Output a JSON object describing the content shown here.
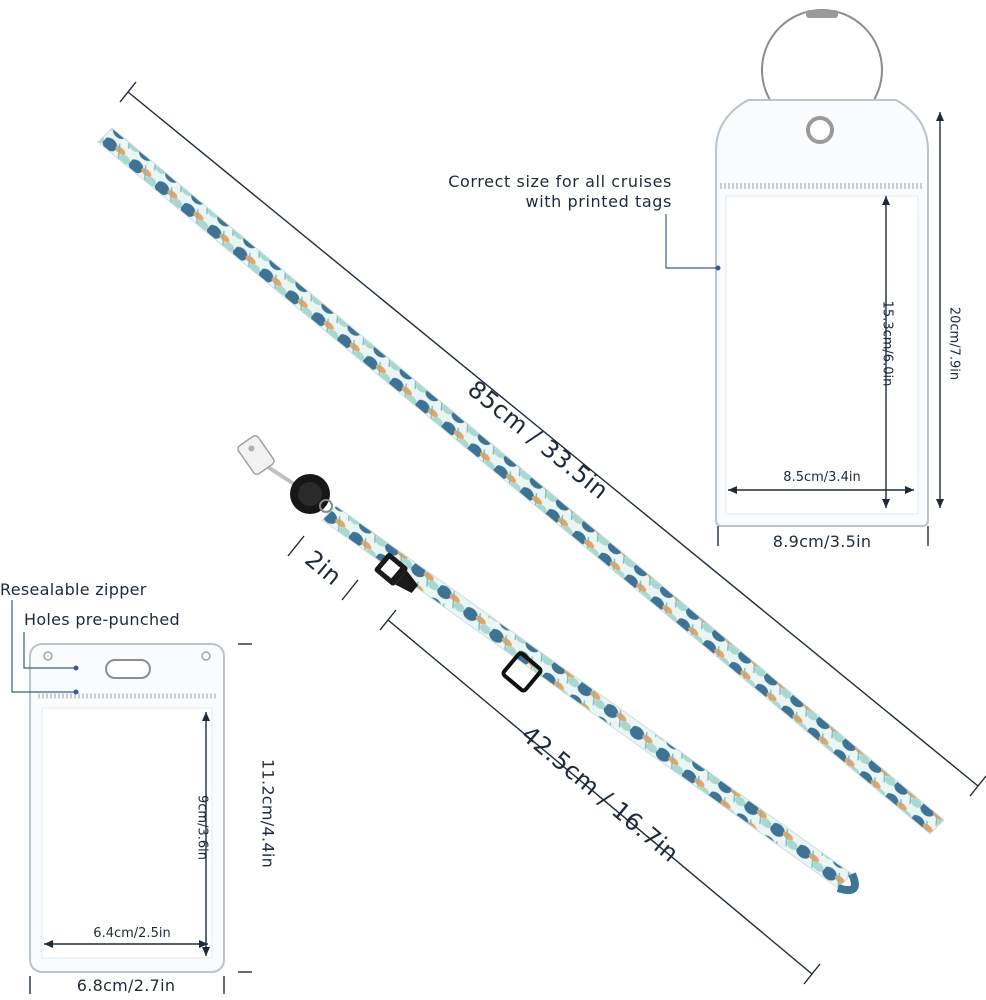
{
  "labels": {
    "lanyard_length": "85cm / 33.5in",
    "detach_length": "2in",
    "lower_lanyard_length": "42.5cm / 16.7in",
    "tag_note_line1": "Correct size for all cruises",
    "tag_note_line2": "with printed tags",
    "tag_inner_height": "15.3cm/6.0in",
    "tag_outer_height": "20cm/7.9in",
    "tag_inner_width": "8.5cm/3.4in",
    "tag_outer_width": "8.9cm/3.5in",
    "badge_zipper": "Resealable zipper",
    "badge_holes": "Holes pre-punched",
    "badge_inner_height": "9cm/3.6in",
    "badge_outer_height": "11.2cm/4.4in",
    "badge_inner_width": "6.4cm/2.5in",
    "badge_outer_width": "6.8cm/2.7in"
  },
  "colors": {
    "text": "#1e2a3a",
    "pattern_blue": "#3e7396",
    "pattern_orange": "#e8a562",
    "pattern_mint": "#a8d8cf",
    "callout_line": "#3a5c8a"
  }
}
